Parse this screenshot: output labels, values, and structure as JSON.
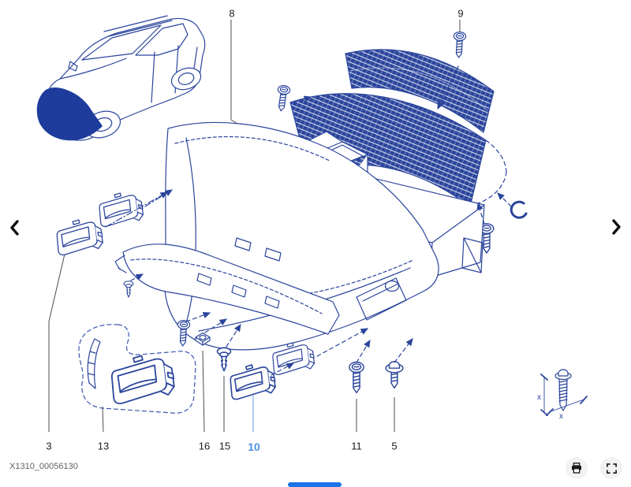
{
  "viewer": {
    "figure_code": "X1310_00056130",
    "nav": {
      "prev_icon": "chevron-left",
      "next_icon": "chevron-right"
    },
    "toolbar": {
      "icons": [
        "print",
        "fullscreen"
      ]
    },
    "colors": {
      "diagram_line": "#2b459c",
      "highlight": "#4d90e2",
      "scrollbar": "#1a73e8"
    }
  },
  "diagram": {
    "subject": "front-bumper-exploded-view",
    "highlighted_part": "10",
    "part_labels": [
      {
        "id": "8",
        "highlighted": false
      },
      {
        "id": "9",
        "highlighted": false
      },
      {
        "id": "3",
        "highlighted": false
      },
      {
        "id": "13",
        "highlighted": false
      },
      {
        "id": "16",
        "highlighted": false
      },
      {
        "id": "15",
        "highlighted": false
      },
      {
        "id": "10",
        "highlighted": true
      },
      {
        "id": "11",
        "highlighted": false
      },
      {
        "id": "5",
        "highlighted": false
      }
    ],
    "dimension_marks": [
      "x",
      "x"
    ]
  }
}
